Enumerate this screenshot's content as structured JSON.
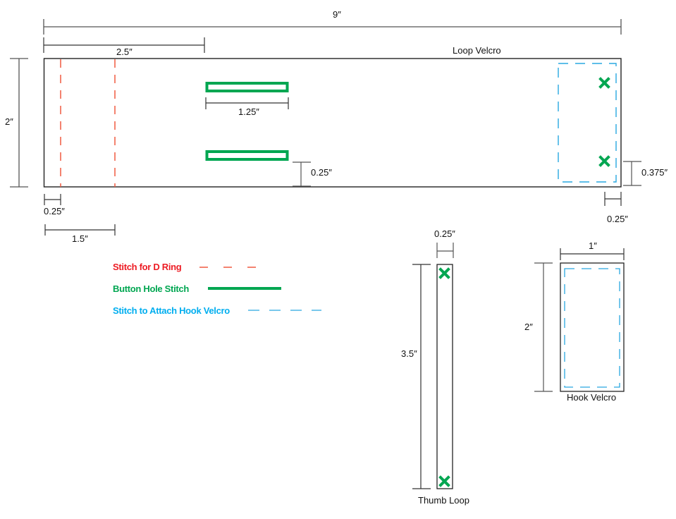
{
  "colors": {
    "outline": "#111111",
    "dimension": "#555555",
    "d_ring_stitch": "#f05a40",
    "button_hole": "#00a651",
    "hook_stitch": "#29a8e0",
    "legend_red": "#ed1c24",
    "legend_green": "#00a651",
    "legend_blue": "#00aeef"
  },
  "main_strap": {
    "title": "Loop Velcro",
    "dims": {
      "length": "9″",
      "button_hole_offset": "2.5″",
      "height": "2″",
      "button_hole_length": "1.25″",
      "button_hole_bottom_gap": "0.25″",
      "d_ring_first": "0.25″",
      "d_ring_second": "1.5″",
      "velcro_bottom_margin": "0.375″",
      "velcro_right_margin": "0.25″"
    }
  },
  "legend": {
    "items": [
      {
        "label": "Stitch for D Ring",
        "style": "red-dashed"
      },
      {
        "label": "Button Hole Stitch",
        "style": "green-solid"
      },
      {
        "label": "Stitch to Attach Hook Velcro",
        "style": "blue-dashed"
      }
    ]
  },
  "thumb_loop": {
    "title": "Thumb Loop",
    "dims": {
      "width": "0.25″",
      "height": "3.5″"
    },
    "markers": [
      "x-mark-top",
      "x-mark-bottom"
    ]
  },
  "hook_velcro": {
    "title": "Hook Velcro",
    "dims": {
      "width": "1″",
      "height": "2″"
    }
  }
}
